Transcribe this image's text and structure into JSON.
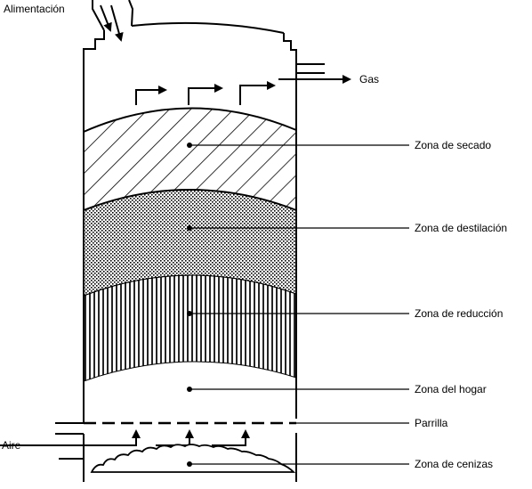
{
  "labels": {
    "feed": "Alimentación",
    "gas": "Gas",
    "air": "Aire",
    "drying": "Zona de secado",
    "distillation": "Zona de destilación",
    "reduction": "Zona de reducción",
    "hearth": "Zona del hogar",
    "grate": "Parrilla",
    "ash": "Zona de cenizas"
  }
}
